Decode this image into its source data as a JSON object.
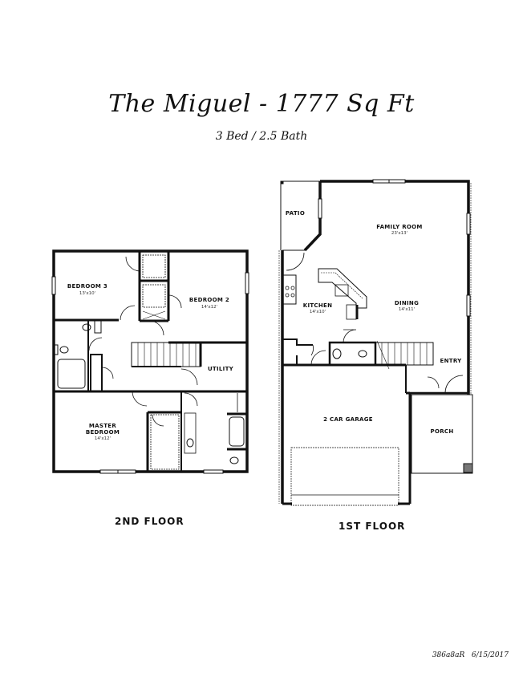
{
  "header": {
    "title": "The Miguel - 1777 Sq Ft",
    "subtitle": "3 Bed / 2.5 Bath"
  },
  "second_floor": {
    "label": "2ND FLOOR",
    "rooms": [
      {
        "name": "BEDROOM 3",
        "size": "13'x10'"
      },
      {
        "name": "BEDROOM 2",
        "size": "14'x12'"
      },
      {
        "name": "UTILITY",
        "size": ""
      },
      {
        "name": "MASTER",
        "name2": "BEDROOM",
        "size": "14'x12'"
      }
    ]
  },
  "first_floor": {
    "label": "1ST FLOOR",
    "rooms": [
      {
        "name": "PATIO",
        "size": ""
      },
      {
        "name": "FAMILY ROOM",
        "size": "23'x13'"
      },
      {
        "name": "KITCHEN",
        "size": "14'x10'"
      },
      {
        "name": "DINING",
        "size": "14'x11'"
      },
      {
        "name": "ENTRY",
        "size": ""
      },
      {
        "name": "2 CAR GARAGE",
        "size": ""
      },
      {
        "name": "PORCH",
        "size": ""
      }
    ]
  },
  "footer": {
    "plan_code": "386a8aR",
    "date": "6/15/2017"
  }
}
